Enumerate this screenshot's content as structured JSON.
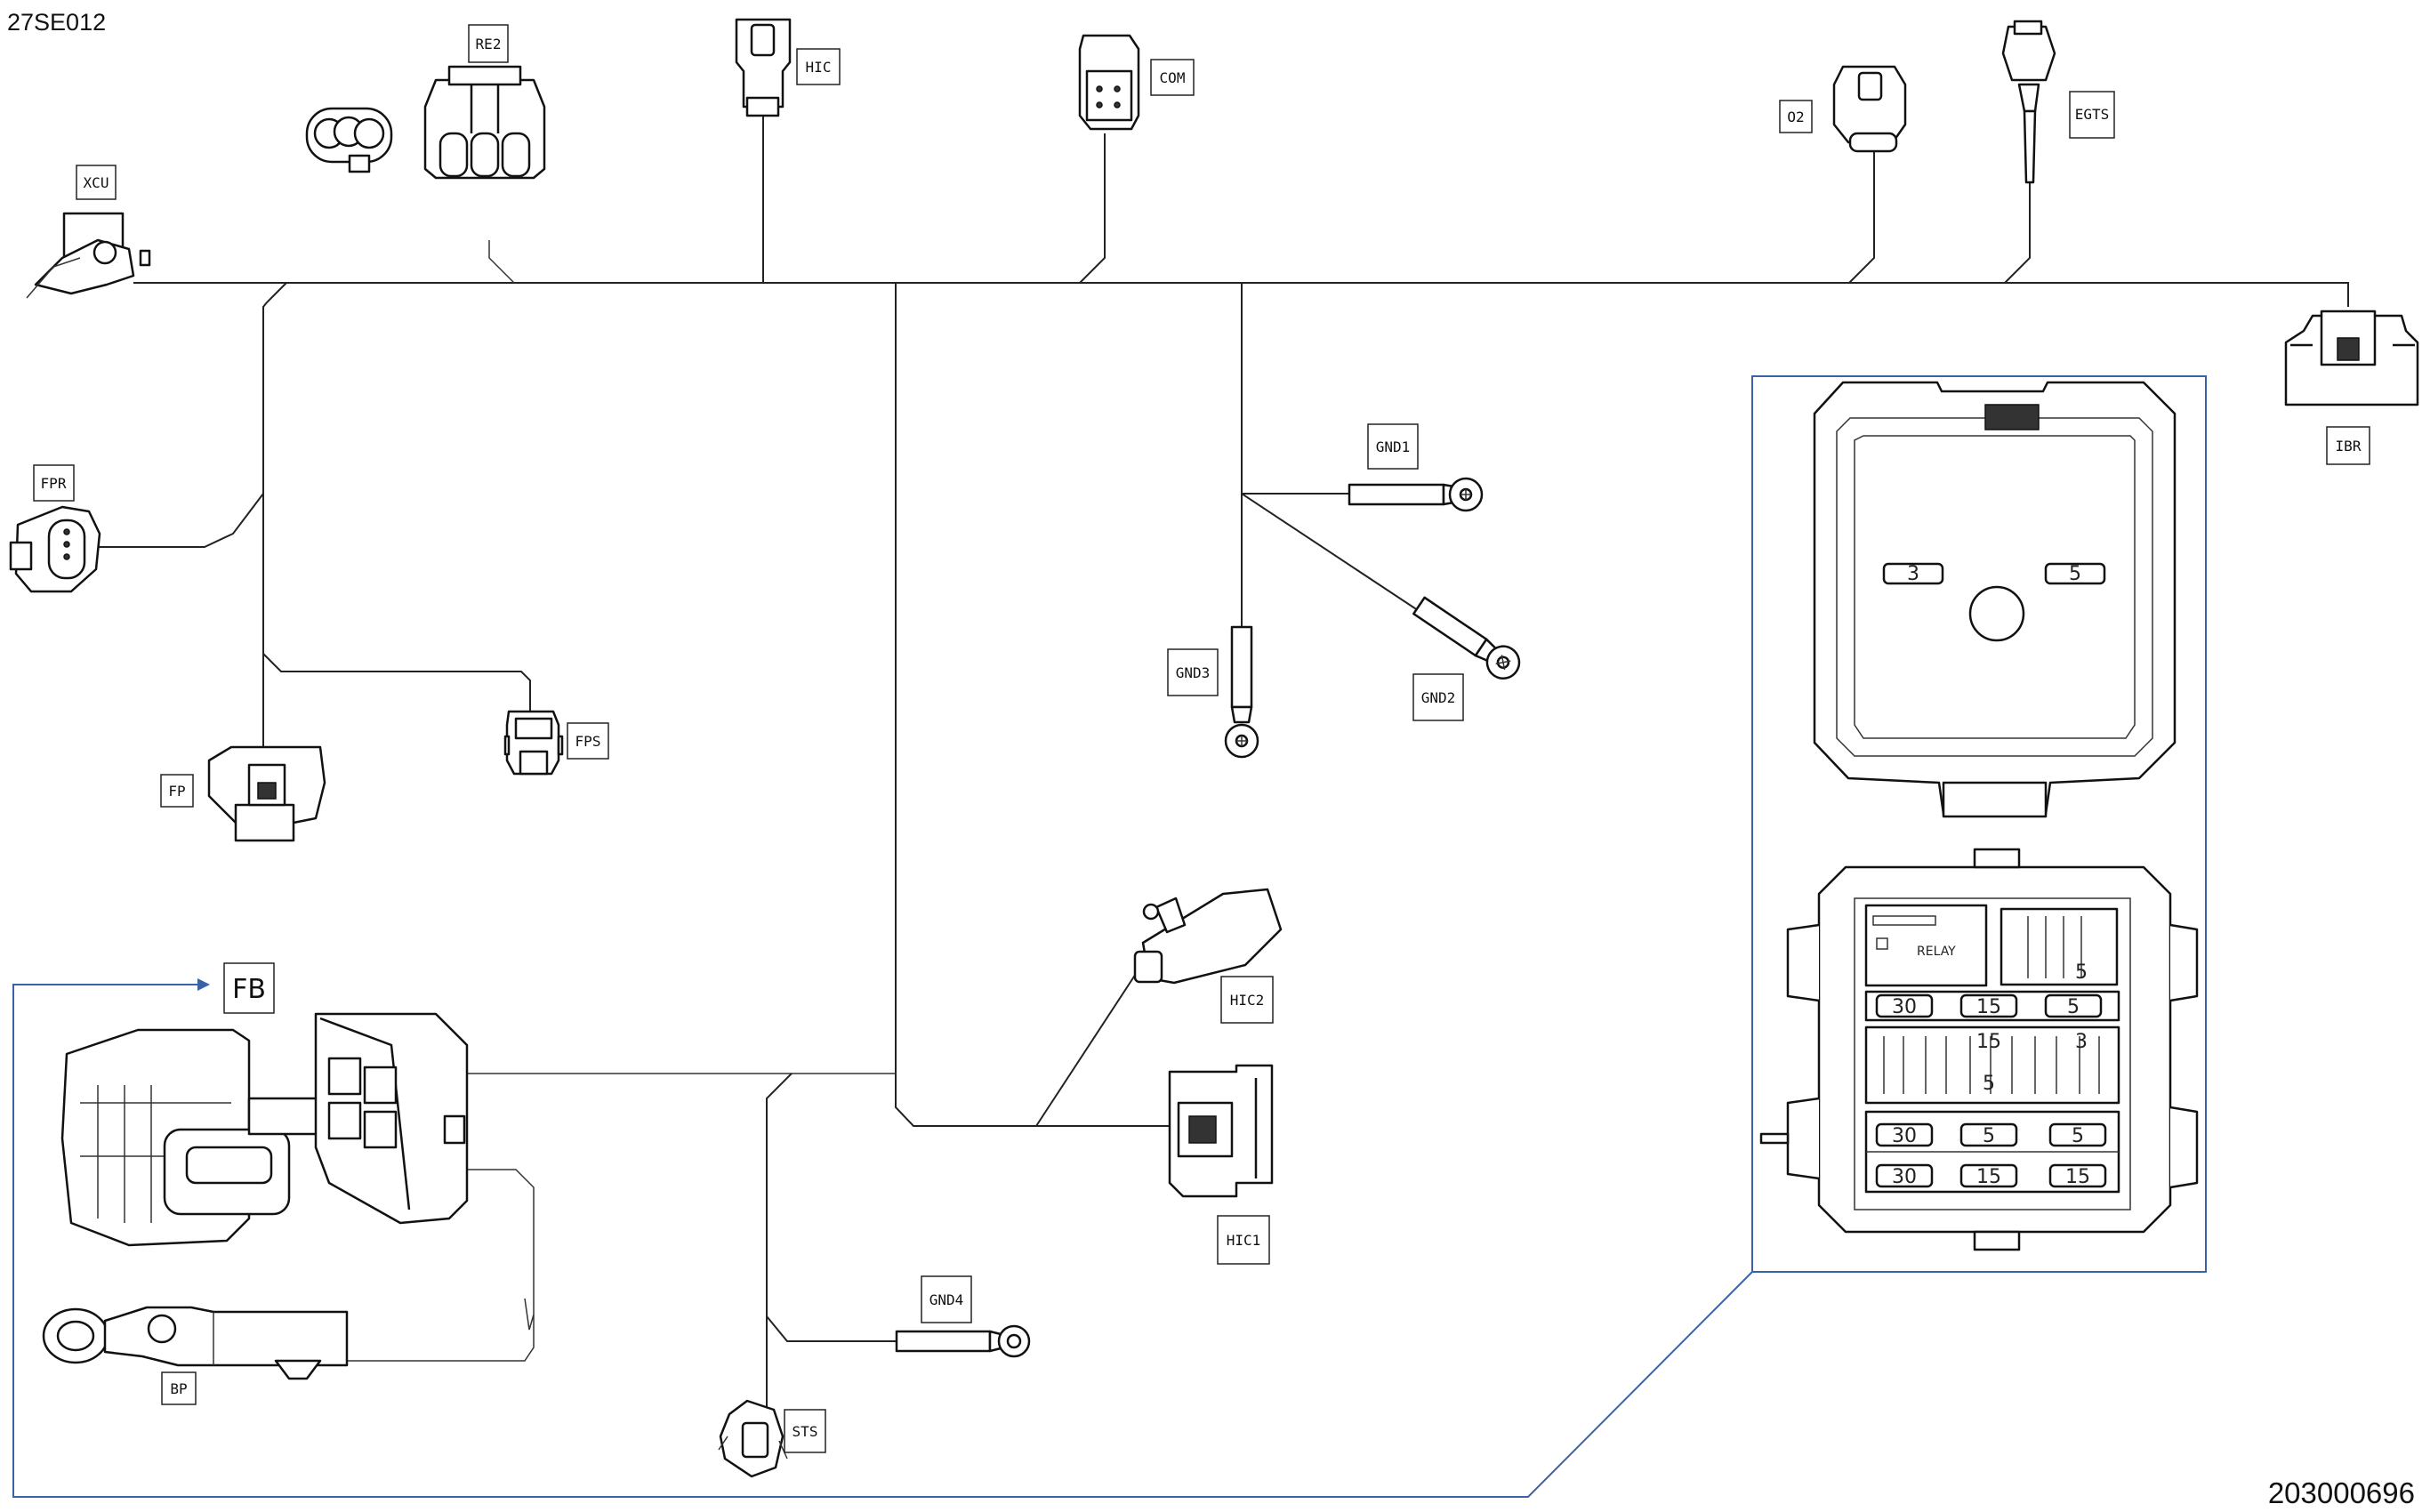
{
  "doc_code": "27SE012",
  "ref_number": "203000696",
  "callouts": {
    "xcu": "XCU",
    "re2": "RE2",
    "hic": "HIC",
    "com": "COM",
    "o2": "O2",
    "egts": "EGTS",
    "ibr": "IBR",
    "fpr": "FPR",
    "fp": "FP",
    "fps": "FPS",
    "gnd1": "GND1",
    "gnd2": "GND2",
    "gnd3": "GND3",
    "gnd4": "GND4",
    "hic1": "HIC1",
    "hic2": "HIC2",
    "fb": "FB",
    "bp": "BP",
    "sts": "STS"
  },
  "fuse_box": {
    "cover_marks": [
      "3",
      "5"
    ],
    "relay_label": "RELAY",
    "fuses": [
      "5",
      "30",
      "15",
      "5",
      "15",
      "3",
      "5",
      "30",
      "5",
      "5",
      "30",
      "15",
      "15"
    ]
  },
  "colors": {
    "line": "#222222",
    "detail_frame": "#3a62a8",
    "background": "#ffffff"
  }
}
